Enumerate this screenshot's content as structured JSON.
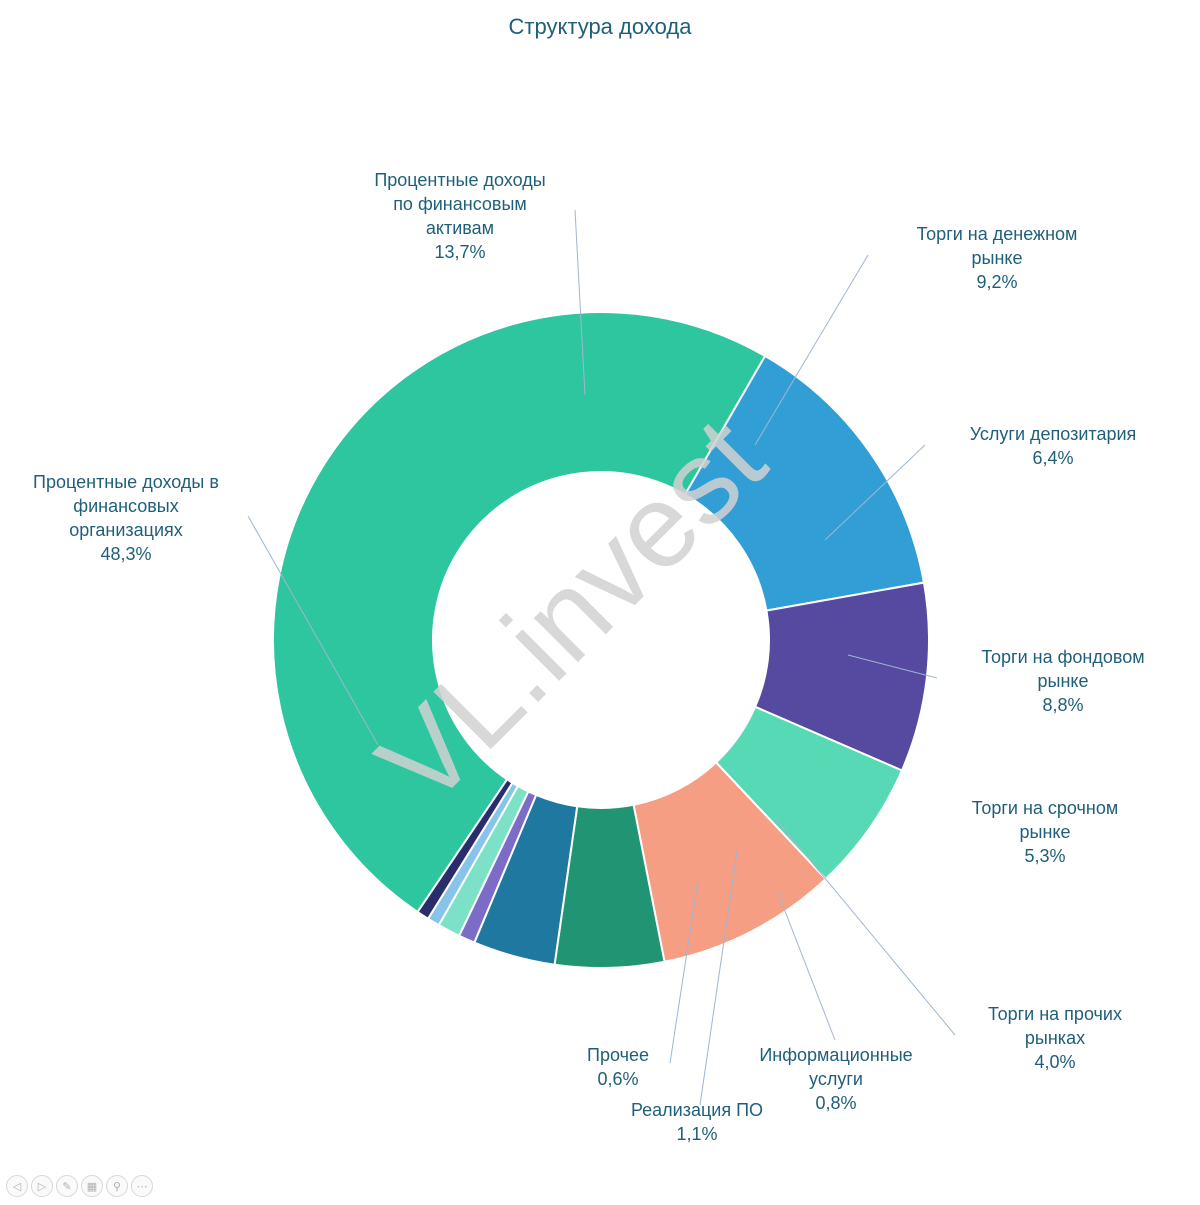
{
  "chart_data": {
    "type": "pie",
    "donut": true,
    "title": "Структура дохода",
    "start_angle_deg": -60,
    "colors": {
      "label_text": "#1f5f7a",
      "leader_line": "#9fb6d3",
      "watermark": "#d2d2d2"
    },
    "watermark": "VL.invest",
    "slices": [
      {
        "label_lines": [
          "Процентные доходы",
          "по финансовым",
          "активам"
        ],
        "value": 13.7,
        "value_text": "13,7%",
        "color": "#319fd6"
      },
      {
        "label_lines": [
          "Торги на денежном",
          "рынке"
        ],
        "value": 9.2,
        "value_text": "9,2%",
        "color": "#554aa0"
      },
      {
        "label_lines": [
          "Услуги депозитария"
        ],
        "value": 6.4,
        "value_text": "6,4%",
        "color": "#58d9b6"
      },
      {
        "label_lines": [
          "Торги на фондовом",
          "рынке"
        ],
        "value": 8.8,
        "value_text": "8,8%",
        "color": "#f59e84"
      },
      {
        "label_lines": [
          "Торги на срочном",
          "рынке"
        ],
        "value": 5.3,
        "value_text": "5,3%",
        "color": "#219573"
      },
      {
        "label_lines": [
          "Торги на прочих",
          "рынках"
        ],
        "value": 4.0,
        "value_text": "4,0%",
        "color": "#1f78a0"
      },
      {
        "label_lines": [
          "Информационные",
          "услуги"
        ],
        "value": 0.8,
        "value_text": "0,8%",
        "color": "#7d6bc8"
      },
      {
        "label_lines": [
          "Реализация ПО"
        ],
        "value": 1.1,
        "value_text": "1,1%",
        "color": "#7ce1c6"
      },
      {
        "label_lines": [
          "Прочее"
        ],
        "value": 0.6,
        "value_text": "0,6%",
        "color": "#86c4e9"
      },
      {
        "label_lines": [
          "Прочее"
        ],
        "value": 0.6,
        "value_text": "0,6%",
        "color": "#2a2d6b",
        "hidden_label": true
      },
      {
        "label_lines": [
          "Процентные доходы в",
          "финансовых",
          "организациях"
        ],
        "value": 48.3,
        "value_text": "48,3%",
        "color": "#2ec69f"
      }
    ]
  },
  "toolbar": {
    "buttons": [
      {
        "name": "prev-slide-button",
        "glyph": "◁"
      },
      {
        "name": "next-slide-button",
        "glyph": "▷"
      },
      {
        "name": "pen-tool-button",
        "glyph": "✎"
      },
      {
        "name": "slides-view-button",
        "glyph": "▦"
      },
      {
        "name": "zoom-button",
        "glyph": "⚲"
      },
      {
        "name": "more-options-button",
        "glyph": "⋯"
      }
    ]
  }
}
